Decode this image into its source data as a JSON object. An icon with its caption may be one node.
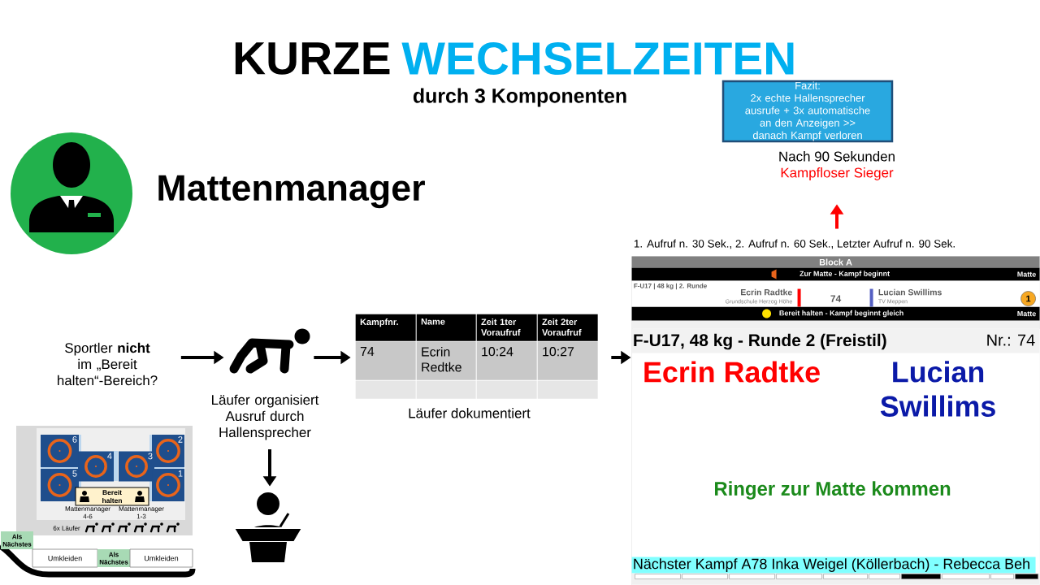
{
  "diagram": {
    "nodes": [
      {
        "text": [
          "Fazit:",
          "2x echte Hallensprecher ausrufe + 3x automatische an den Anzeigen >> danach Kampf verloren"
        ]
      },
      {
        "text": [
          "Nach 90 Sekunden",
          "Kampfloser Sieger"
        ]
      },
      {
        "text": [],
        "shape": "box",
        "beside": [
          "1. Aufruf n. 30 Sek., 2. Aufruf n. 60 Sek., Letzter Aufruf n. 90 Sek."
        ]
      },
      {
        "text": [
          "Block A",
          "Zur Matte - Kampf beginnt",
          "Matte",
          "F-U17 | 48 kg | 2. Runde",
          "Ecrin Radtke",
          "Grundschule Herzog Höhe",
          "74",
          "Lucian Swillims",
          "TV Meppen",
          "1",
          "Bereit halten - Kampf beginnt gleich",
          "Matte"
        ],
        "in": 2
      },
      {
        "text": [
          "F-U17, 48 kg - Runde 2 (Freistil)",
          "Nr.: 74",
          "Ecrin Radtke",
          "Lucian Swillims",
          "Ringer zur Matte kommen",
          "Nächster Kampf A78 Inka Weigel (Köllerbach) - Rebecca Beh"
        ],
        "in": 2
      },
      {
        "text": [
          "Sportler **nicht** im „Bereit halten“-Bereich?"
        ]
      },
      {
        "text": [],
        "shape": "picture",
        "beside": [
          "Läufer organisiert Ausruf durch Hallensprecher"
        ]
      },
      {
        "text": [
          "Kampfnr.",
          "Name",
          "Zeit 1ter Voraufruf",
          "Zeit 2ter Voraufruf",
          "74",
          "Ecrin Redtke",
          "10:24",
          "10:27"
        ],
        "beside": [
          "Läufer dokumentiert"
        ]
      },
      {
        "text": [],
        "shape": "picture"
      },
      {
        "text": [
          "6"
        ]
      },
      {
        "text": [
          "2"
        ]
      },
      {
        "text": [
          "4"
        ]
      },
      {
        "text": [
          "3"
        ]
      },
      {
        "text": [
          "5"
        ]
      },
      {
        "text": [
          "1"
        ]
      },
      {
        "text": [
          "Bereit halten"
        ]
      },
      {
        "text": [
          "Als Nächstes"
        ]
      },
      {
        "text": [
          "Umkleiden"
        ]
      },
      {
        "text": [
          "Als Nächstes"
        ]
      },
      {
        "text": [
          "Umkleiden"
        ]
      }
    ],
    "edges": [
      {
        "from": 5,
        "to": 6,
        "arrow": "to"
      },
      {
        "from": 6,
        "to": 7,
        "arrow": "to"
      },
      {
        "from": 7,
        "to": 2,
        "arrow": "to"
      },
      {
        "from": 6,
        "to": 8,
        "arrow": "to"
      },
      {
        "from": 2,
        "to": 1,
        "arrow": "to",
        "color": "#ff0000"
      }
    ],
    "labels": [
      "KURZE",
      "WECHSELZEITEN",
      "durch 3 Komponenten",
      "Mattenmanager",
      "Mattenmanager 4-6",
      "Mattenmanager 1-3",
      "6x Läufer"
    ]
  }
}
